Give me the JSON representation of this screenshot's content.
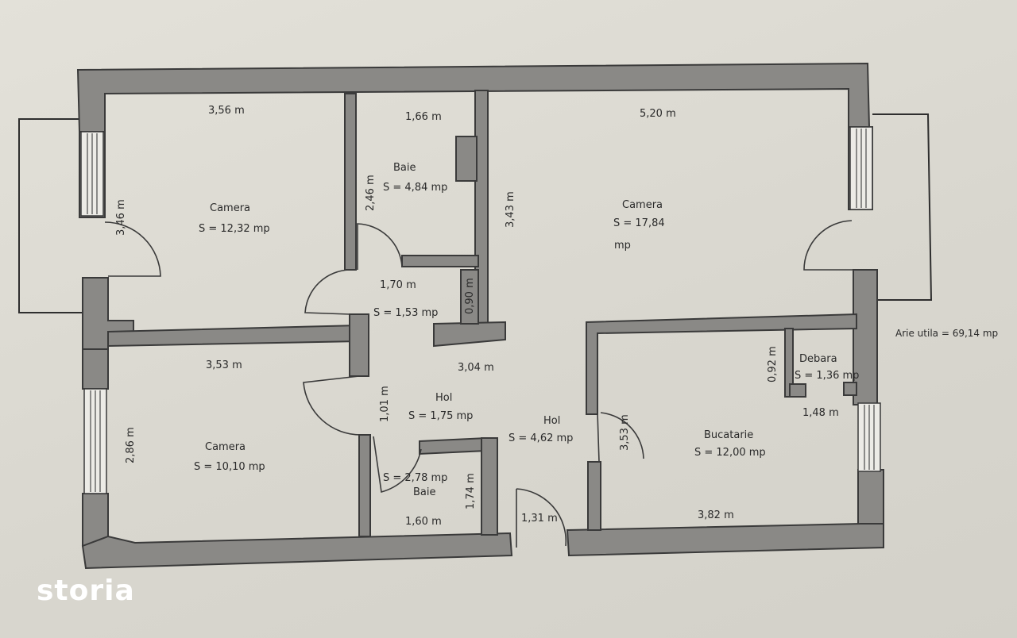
{
  "rooms": {
    "camera_nw": {
      "dim": "3,56 m",
      "side": "3,46 m",
      "name": "Camera",
      "area": "S = 12,32 mp"
    },
    "baie_top": {
      "dim": "1,66 m",
      "side": "2,46 m",
      "name": "Baie",
      "area": "S = 4,84 mp"
    },
    "camera_ne": {
      "dim": "5,20 m",
      "side": "3,43 m",
      "name": "Camera",
      "area": "S = 17,84",
      "area_unit": "mp"
    },
    "hall_small": {
      "dim": "1,70 m",
      "side": "0,90 m",
      "area": "S = 1,53 mp"
    },
    "camera_sw": {
      "dim": "3,53 m",
      "side": "2,86 m",
      "name": "Camera",
      "area": "S = 10,10 mp"
    },
    "hol_center": {
      "dim": "3,04 m",
      "side": "1,01 m",
      "name": "Hol",
      "area": "S = 1,75 mp"
    },
    "hol_entry": {
      "name": "Hol",
      "area": "S = 4,62 mp",
      "door": "1,31 m"
    },
    "baie_bottom": {
      "area": "S = 2,78 mp",
      "name": "Baie",
      "dim": "1,60 m",
      "side": "1,74 m"
    },
    "bucatarie": {
      "side": "3,53 m",
      "name": "Bucatarie",
      "area": "S = 12,00 mp",
      "dim": "3,82 m"
    },
    "debara": {
      "side": "0,92 m",
      "name": "Debara",
      "area": "S = 1,36 mp",
      "dim": "1,48 m"
    }
  },
  "summary": {
    "useful_area": "Arie utila = 69,14 mp"
  },
  "brand": {
    "logo": "storia"
  },
  "colors": {
    "wall": "#8a8986",
    "paper": "#e0ded6",
    "ink": "#2a2a2a"
  }
}
